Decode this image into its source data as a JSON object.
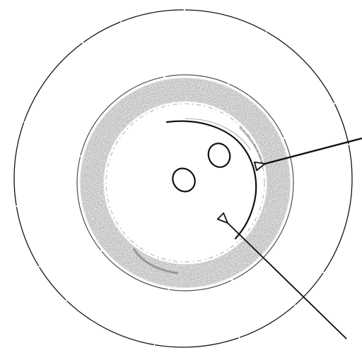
{
  "diagram": {
    "style": "hand-drawn line sketch, no text labels",
    "elements": [
      "outer-circle",
      "shaded-ring-band",
      "inner-arc",
      "small-oval-upper",
      "small-oval-lower",
      "pointer-arrow-right",
      "pointer-arrow-bottom"
    ]
  },
  "colors": {
    "background": "#ffffff",
    "ink": "#111111",
    "shading": "#6f6f6f"
  }
}
